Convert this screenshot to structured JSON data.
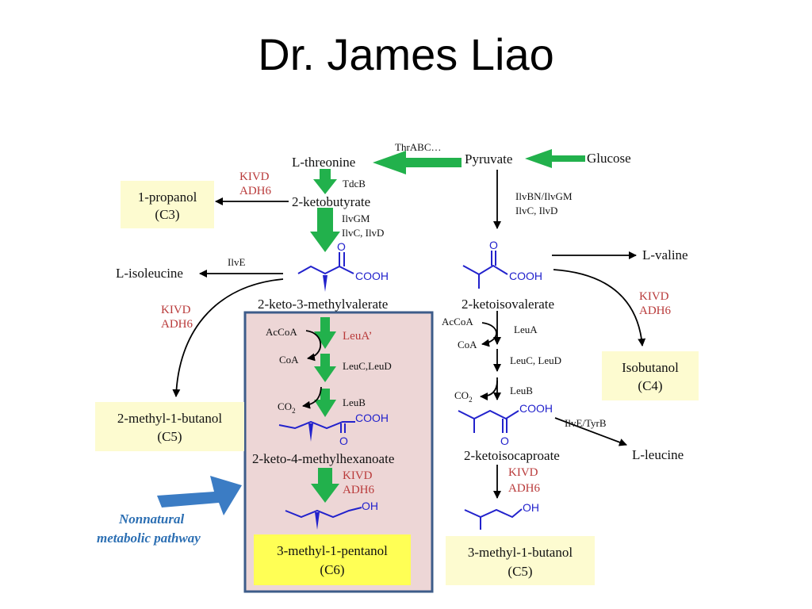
{
  "title": "Dr. James Liao",
  "colors": {
    "green_arrow": "#22b14c",
    "enzyme_red": "#b93a3a",
    "structure_blue": "#2222cc",
    "box_yellow": "#fdfbd0",
    "box_bright_yellow": "#ffff55",
    "pathway_box": "#edd6d6",
    "pathway_border": "#3d5c8a",
    "callout_arrow": "#3b7cc4"
  },
  "compounds": {
    "glucose": "Glucose",
    "pyruvate": "Pyruvate",
    "threonine": "L-threonine",
    "ketobutyrate": "2-ketobutyrate",
    "isoleucine": "L-isoleucine",
    "keto3mv": "2-keto-3-methylvalerate",
    "ketoisovalerate": "2-ketoisovalerate",
    "valine": "L-valine",
    "keto4mh": "2-keto-4-methylhexanoate",
    "ketoisocaproate": "2-ketoisocaproate",
    "leucine": "L-leucine",
    "acoa1": "AcCoA",
    "coa1": "CoA",
    "co2_1": "CO",
    "acoa2": "AcCoA",
    "coa2": "CoA",
    "co2_2": "CO",
    "co2_sub": "2"
  },
  "enzymes": {
    "thrabc": "ThrABC…",
    "tdcb": "TdcB",
    "ilvgm": "IlvGM",
    "ilvcd": "IlvC, IlvD",
    "ilvbn": "IlvBN/IlvGM",
    "ilvcd2": "IlvC, IlvD",
    "ilve": "IlvE",
    "kivd_a": "KIVD",
    "adh6_a": "ADH6",
    "kivd_b": "KIVD",
    "adh6_b": "ADH6",
    "kivd_c": "KIVD",
    "adh6_c": "ADH6",
    "kivd_d": "KIVD",
    "adh6_d": "ADH6",
    "kivd_e": "KIVD",
    "adh6_e": "ADH6",
    "leua_prime": "LeuA’",
    "leucd": "LeuC,LeuD",
    "leub": "LeuB",
    "leua": "LeuA",
    "leucd2": "LeuC, LeuD",
    "leub2": "LeuB",
    "ilve_tyrb": "IlvE/TyrB"
  },
  "structures": {
    "o": "O",
    "cooh": "COOH",
    "oh": "OH"
  },
  "products": {
    "propanol": {
      "name": "1-propanol",
      "carbons": "(C3)"
    },
    "methylbutanol2": {
      "name": "2-methyl-1-butanol",
      "carbons": "(C5)"
    },
    "isobutanol": {
      "name": "Isobutanol",
      "carbons": "(C4)"
    },
    "methylpentanol": {
      "name": "3-methyl-1-pentanol",
      "carbons": "(C6)"
    },
    "methylbutanol3": {
      "name": "3-methyl-1-butanol",
      "carbons": "(C5)"
    }
  },
  "callout": {
    "line1": "Nonnatural",
    "line2": "metabolic pathway"
  }
}
